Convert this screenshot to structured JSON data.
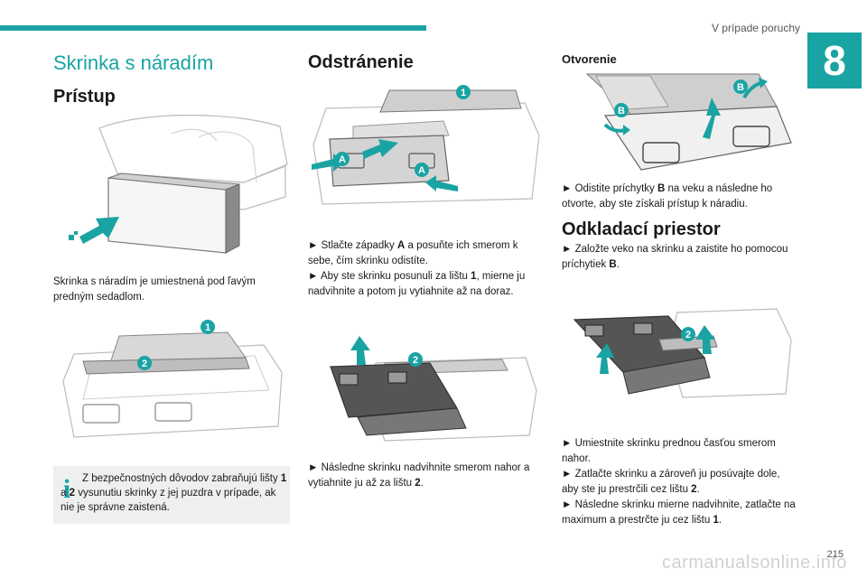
{
  "header": {
    "chapter_title": "V prípade poruchy",
    "chapter_number": "8",
    "page_number": "215"
  },
  "watermark": "carmanualsonline.info",
  "col1": {
    "section_title": "Skrinka s náradím",
    "heading": "Prístup",
    "text": "Skrinka s náradím je umiestnená pod ľavým predným sedadlom.",
    "info": {
      "p1": "Z bezpečnostných dôvodov zabraňujú lišty ",
      "n1": "1",
      "p2": " a ",
      "n2": "2",
      "p3": " vysunutiu skrinky z jej puzdra v prípade, ak nie je správne zaistená."
    }
  },
  "col2": {
    "heading": "Odstránenie",
    "step1": {
      "a": "► Stlačte západky ",
      "b": "A",
      "c": " a posuňte ich smerom k sebe, čím skrinku odistíte."
    },
    "step2": {
      "a": "► Aby ste skrinku posunuli za lištu ",
      "b": "1",
      "c": ", mierne ju nadvihnite a potom ju vytiahnite až na doraz."
    },
    "step3": {
      "a": "► Následne skrinku nadvihnite smerom nahor a vytiahnite ju až za lištu ",
      "b": "2",
      "c": "."
    }
  },
  "col3": {
    "heading_open": "Otvorenie",
    "step_open": {
      "a": "► Odistite príchytky ",
      "b": "B",
      "c": " na veku a následne ho otvorte, aby ste získali prístup k náradiu."
    },
    "heading_storage": "Odkladací priestor",
    "step_storage": {
      "a": "► Založte veko na skrinku a zaistite ho pomocou príchytiek ",
      "b": "B",
      "c": "."
    },
    "steps_final": [
      {
        "a": "► Umiestnite skrinku prednou časťou smerom nahor."
      },
      {
        "a": "► Zatlačte skrinku a zároveň ju posúvajte dole, aby ste ju prestrčili cez lištu ",
        "b": "2",
        "c": "."
      },
      {
        "a": "► Následne skrinku mierne nadvihnite, zatlačte na maximum a prestrčte ju cez lištu ",
        "b": "1",
        "c": "."
      }
    ]
  },
  "figure_labels": {
    "bar1": "1",
    "bar2": "2",
    "latch": "A",
    "clip": "B"
  },
  "colors": {
    "accent": "#1aa3a3",
    "info_bg": "#eef0f0"
  }
}
